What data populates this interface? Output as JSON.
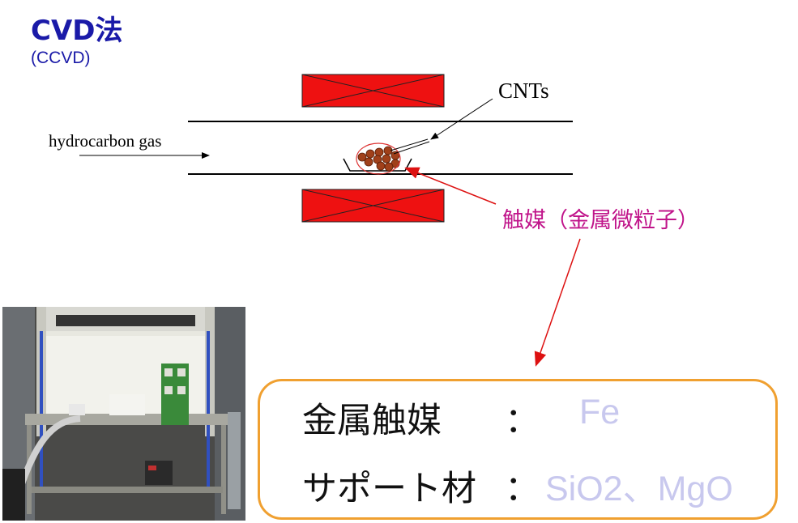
{
  "title": "CVD法",
  "subtitle": "(CCVD)",
  "diagram": {
    "cnts_label": "CNTs",
    "gas_label": "hydrocarbon gas",
    "catalyst_label": "触媒（金属微粒子）",
    "colors": {
      "heater": "#ee1111",
      "particle": "#a0401a",
      "arrow_red": "#dd1111",
      "catalyst_text": "#c0148a"
    }
  },
  "info": {
    "row1_key": "金属触媒",
    "row1_sep": "：",
    "row1_value": "Fe",
    "row2_key": "サポート材",
    "row2_sep": "：",
    "row2_value": "SiO2、MgO",
    "border_color": "#f0a030"
  }
}
